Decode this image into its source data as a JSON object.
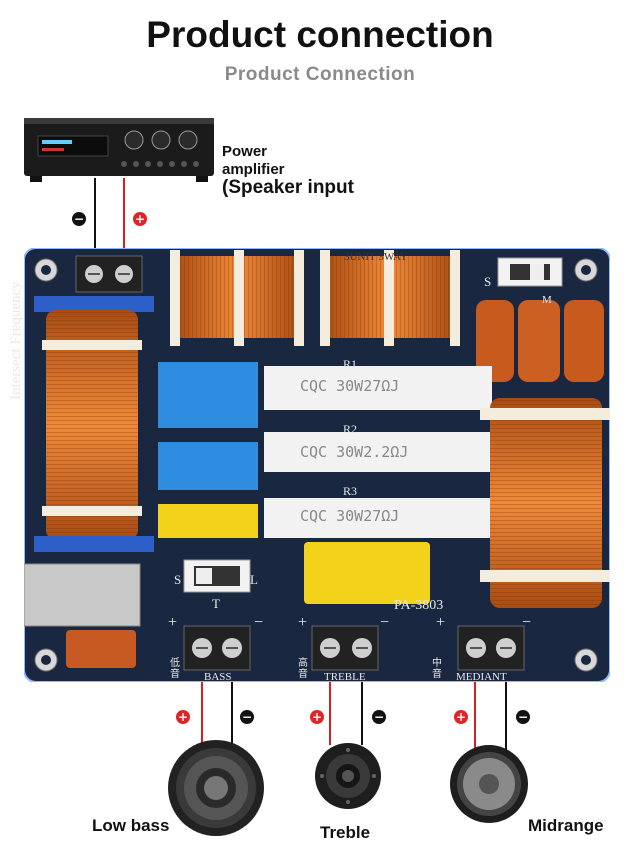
{
  "header": {
    "title": "Product connection",
    "subtitle": "Product Connection"
  },
  "amplifier": {
    "label_line1": "Power",
    "label_line2": "amplifier",
    "label_line3": "(Speaker input",
    "neg_symbol": "−",
    "pos_symbol": "+"
  },
  "board": {
    "model": "PA-3803",
    "side_text": "Intersect Frequency",
    "top_text": "3UNIT 3WAY",
    "r1": "R1",
    "r2": "R2",
    "r3": "R3",
    "res1_text": "CQC 30W27ΩJ",
    "res2_text": "CQC 30W2.2ΩJ",
    "res3_text": "CQC 30W27ΩJ",
    "switch_top_s": "S",
    "switch_top_m": "M",
    "switch_mid_s": "S",
    "switch_mid_l": "L",
    "switch_mid_t": "T",
    "bass_label": "BASS",
    "treble_label": "TREBLE",
    "mediant_label": "MEDIANT",
    "bass_cn": "低音",
    "treble_cn": "高音",
    "mediant_cn": "中音",
    "plus": "+",
    "minus": "−"
  },
  "speakers": [
    {
      "label": "Low bass"
    },
    {
      "label": "Treble"
    },
    {
      "label": "Midrange"
    }
  ],
  "colors": {
    "board": "#1a2740",
    "coil": "#d9702a",
    "cap_blue": "#2f8de0",
    "cap_yellow": "#f2d21a",
    "resistor": "#f2f2f2",
    "wire_red": "#d42020",
    "wire_black": "#111111"
  }
}
